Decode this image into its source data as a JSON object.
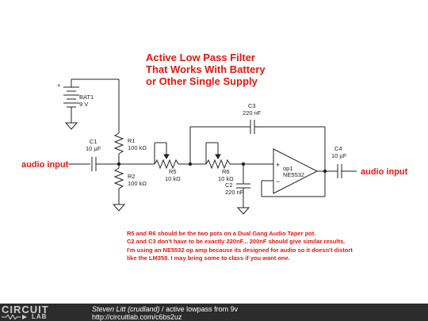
{
  "title": {
    "line1": "Active Low Pass Filter",
    "line2": "That Works With Battery",
    "line3": "or Other Single Supply"
  },
  "components": {
    "bat1": {
      "name": "BAT1",
      "value": "9 V",
      "plus": "+"
    },
    "c1": {
      "name": "C1",
      "value": "10 µF"
    },
    "r1": {
      "name": "R1",
      "value": "100 kΩ"
    },
    "r2": {
      "name": "R2",
      "value": "100 kΩ"
    },
    "r5": {
      "name": "R5",
      "value": "10 kΩ"
    },
    "r6": {
      "name": "R6",
      "value": "10 kΩ"
    },
    "c2": {
      "name": "C2",
      "value": "220 nF"
    },
    "c3": {
      "name": "C3",
      "value": "220 nF"
    },
    "c4": {
      "name": "C4",
      "value": "10 µF"
    },
    "op1": {
      "name": "op1",
      "value": "NE5532",
      "plus": "+",
      "minus": "−"
    }
  },
  "io": {
    "input_label": "audio input",
    "output_label": "audio input"
  },
  "notes": [
    "R5 and R6 should be the two pots on a Dual Gang Audio Taper pot.",
    "C2 and C3 don't have to be exactly 220nF... 200nF should give similar results.",
    "I'm using an NE5532 op amp because its designed for audio so it doesn't distort",
    "like the LM358. I may bring some to class if you want one."
  ],
  "footer": {
    "logo_top": "CIRCUIT",
    "logo_bottom": "LAB",
    "author": "Steven Litt (crudland)",
    "separator": " / ",
    "circuit_title": "active lowpass from 9v",
    "url": "http://circuitlab.com/c6bs2uz"
  },
  "colors": {
    "accent": "#e8160c",
    "wire": "#222222",
    "footer_bg": "#2c2c2c"
  }
}
